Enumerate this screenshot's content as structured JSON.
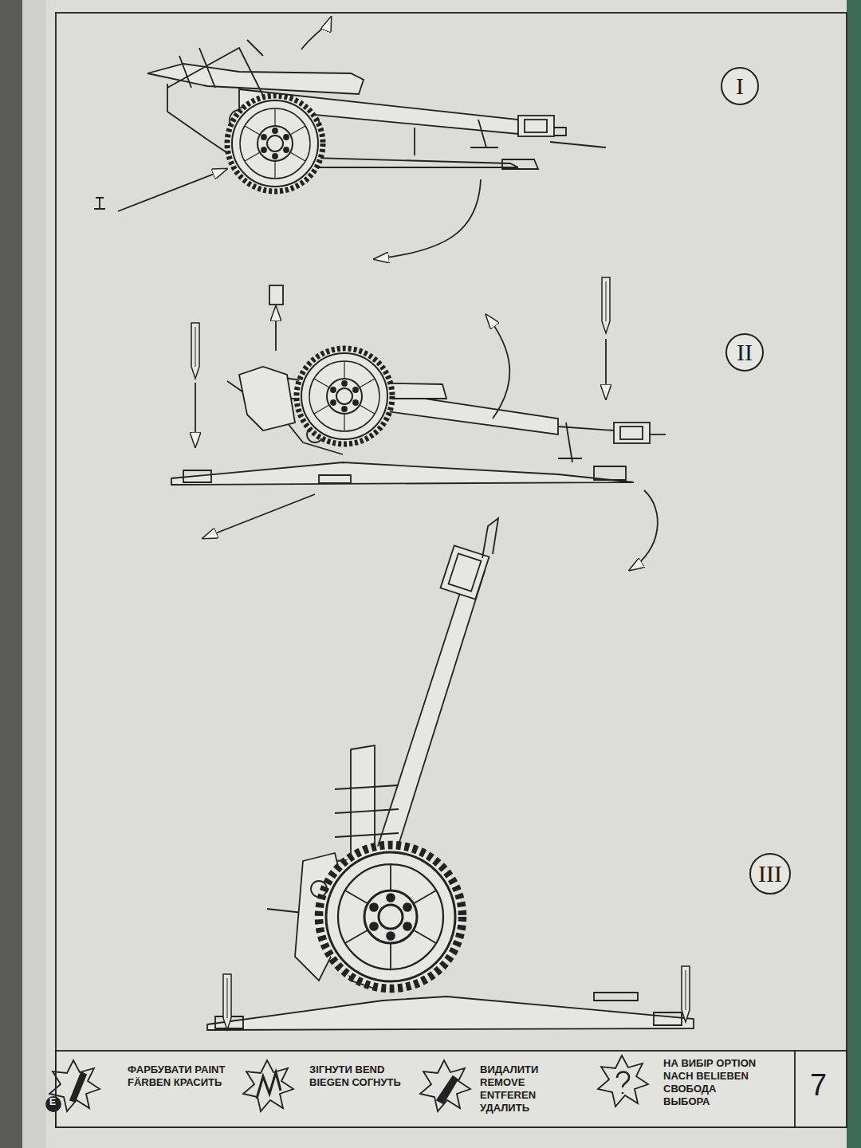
{
  "diagram": {
    "nodes": [
      {
        "text": [
          "I"
        ]
      },
      {
        "text": [
          "II"
        ]
      },
      {
        "text": [
          "III"
        ]
      }
    ],
    "labels": [
      "E",
      "7"
    ],
    "legend": [
      {
        "text": "ФАРБУВАТИ PAINT FÄRBEN КРАСИТЬ"
      },
      {
        "text": "ЗІГНУТИ BEND BIEGEN СОГНУТЬ"
      },
      {
        "text": "ВИДАЛИТИ REMOVE ENTFEREN УДАЛИТЬ"
      },
      {
        "text": "НА ВИБІР OPTION NACH BELIEBEN СВОБОДА ВЫБОРА"
      }
    ]
  }
}
